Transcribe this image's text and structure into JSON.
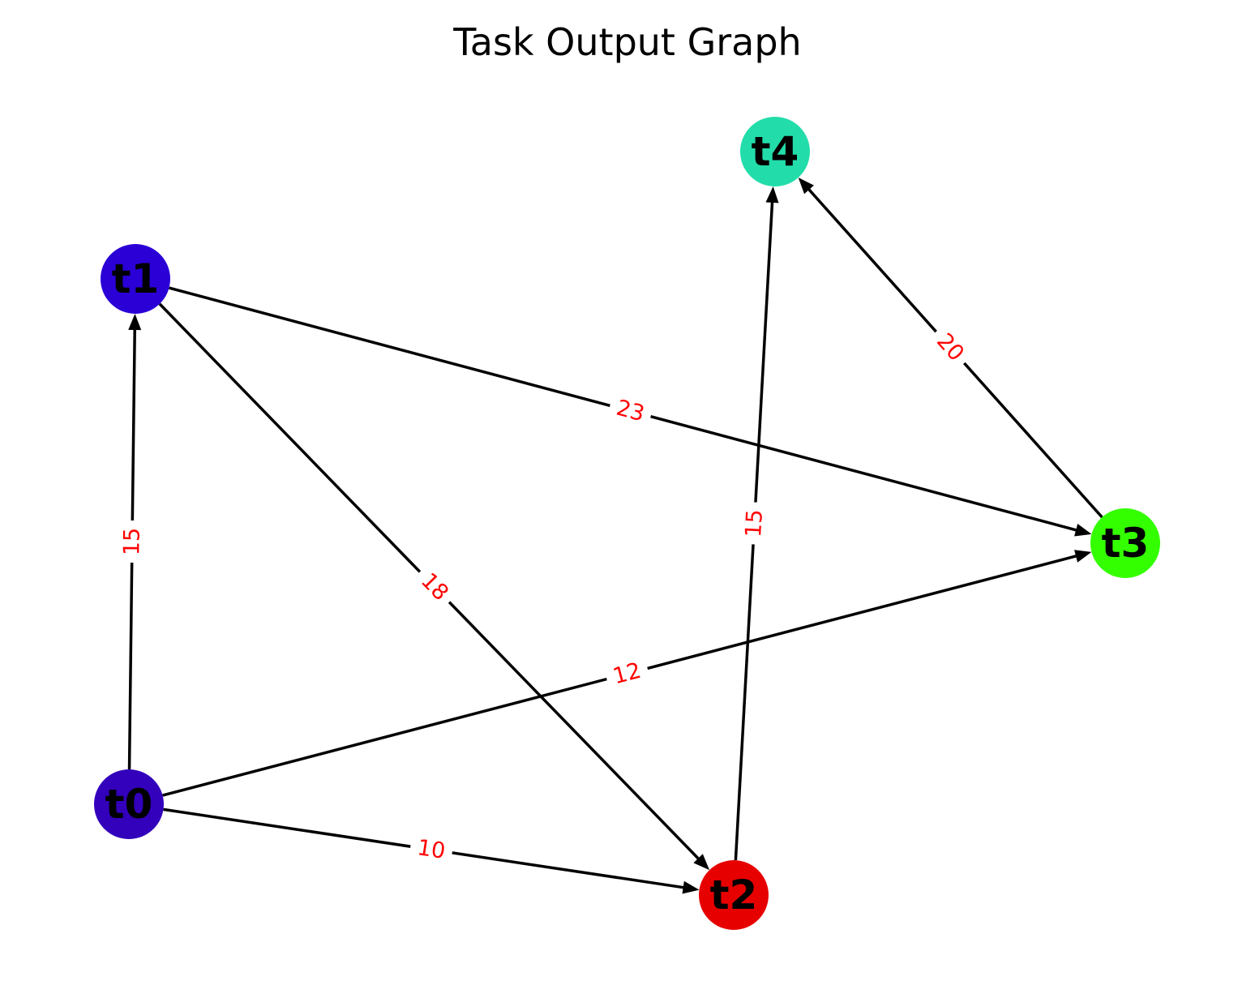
{
  "title": "Task Output Graph",
  "colors": {
    "edge": "#000000",
    "edge_label": "#ff0000",
    "background": "#ffffff"
  },
  "nodes": [
    {
      "id": "t0",
      "label": "t0",
      "color": "#3300bb"
    },
    {
      "id": "t1",
      "label": "t1",
      "color": "#2a00d6"
    },
    {
      "id": "t2",
      "label": "t2",
      "color": "#e60000"
    },
    {
      "id": "t3",
      "label": "t3",
      "color": "#33ff00"
    },
    {
      "id": "t4",
      "label": "t4",
      "color": "#22ddaa"
    }
  ],
  "edges": [
    {
      "source": "t0",
      "target": "t1",
      "weight": "15"
    },
    {
      "source": "t0",
      "target": "t2",
      "weight": "10"
    },
    {
      "source": "t0",
      "target": "t3",
      "weight": "12"
    },
    {
      "source": "t1",
      "target": "t2",
      "weight": "18"
    },
    {
      "source": "t1",
      "target": "t3",
      "weight": "23"
    },
    {
      "source": "t2",
      "target": "t4",
      "weight": "15"
    },
    {
      "source": "t3",
      "target": "t4",
      "weight": "20"
    }
  ]
}
